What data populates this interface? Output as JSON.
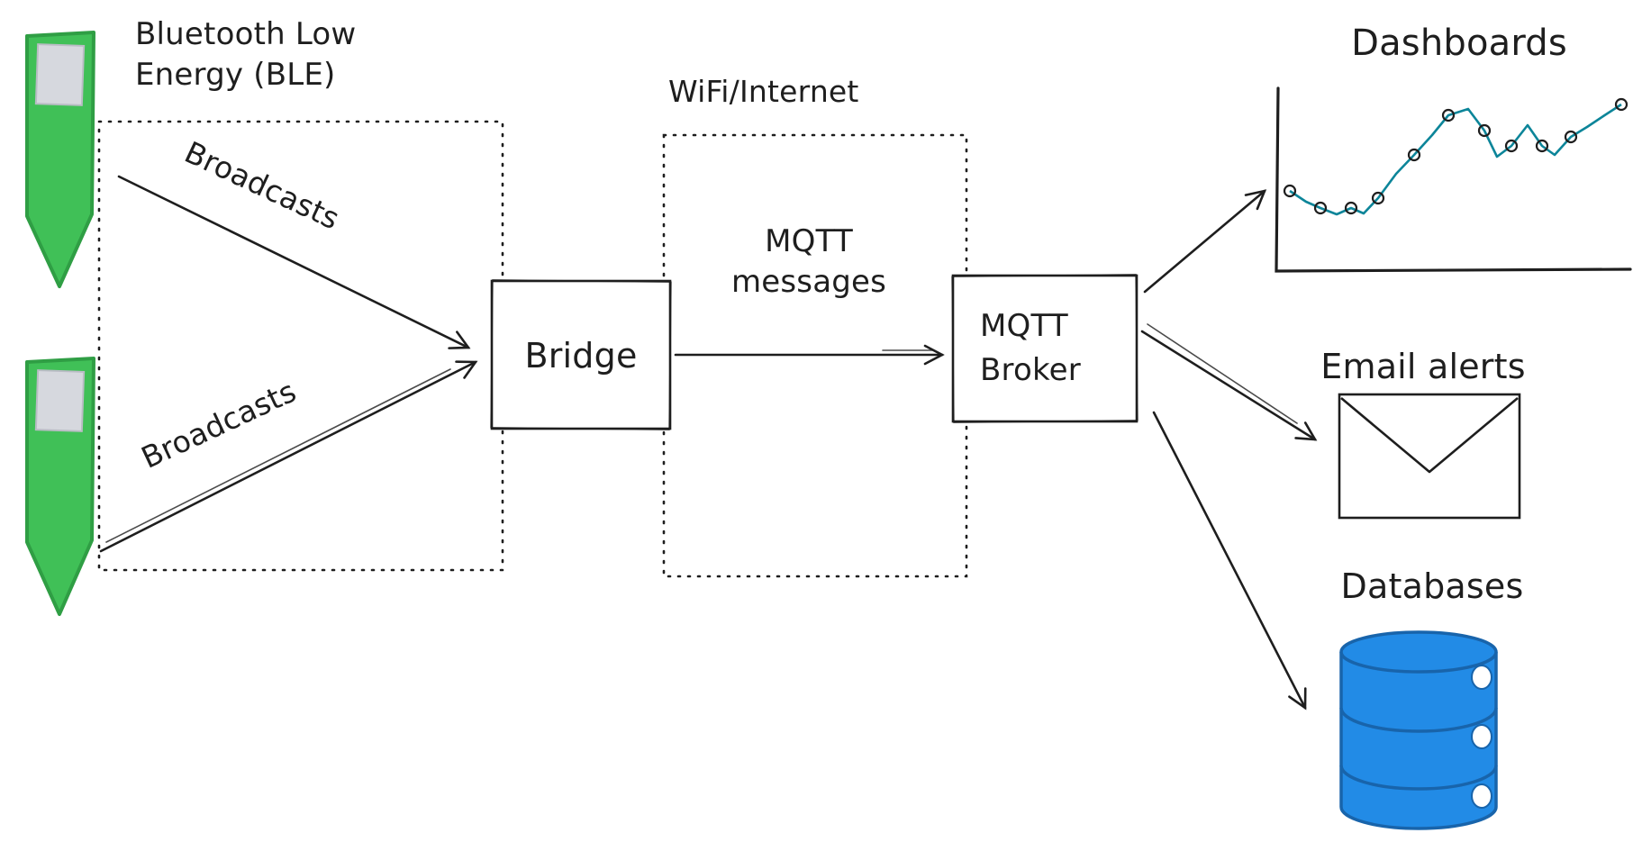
{
  "diagram": {
    "groups": {
      "ble": {
        "label": "Bluetooth Low Energy (BLE)"
      },
      "wifi": {
        "label": "WiFi/Internet"
      }
    },
    "nodes": {
      "bridge": {
        "label": "Bridge"
      },
      "broker": {
        "label": "MQTT Broker"
      },
      "dashboards": {
        "label": "Dashboards"
      },
      "email_alerts": {
        "label": "Email alerts"
      },
      "databases": {
        "label": "Databases"
      }
    },
    "edges": {
      "broadcast_top": {
        "label": "Broadcasts"
      },
      "broadcast_bottom": {
        "label": "Broadcasts"
      },
      "mqtt": {
        "label": "MQTT messages"
      }
    },
    "icons": {
      "sensor": "ble-sensor-tag",
      "dashboards": "line-chart",
      "email": "envelope",
      "databases": "database-cylinder"
    },
    "colors": {
      "sensor_green": "#40c057",
      "sensor_green_stroke": "#2f9e44",
      "database_blue": "#228be6",
      "database_blue_stroke": "#1864ab",
      "chart_teal": "#0c8599",
      "ink": "#1e1e1e"
    }
  }
}
